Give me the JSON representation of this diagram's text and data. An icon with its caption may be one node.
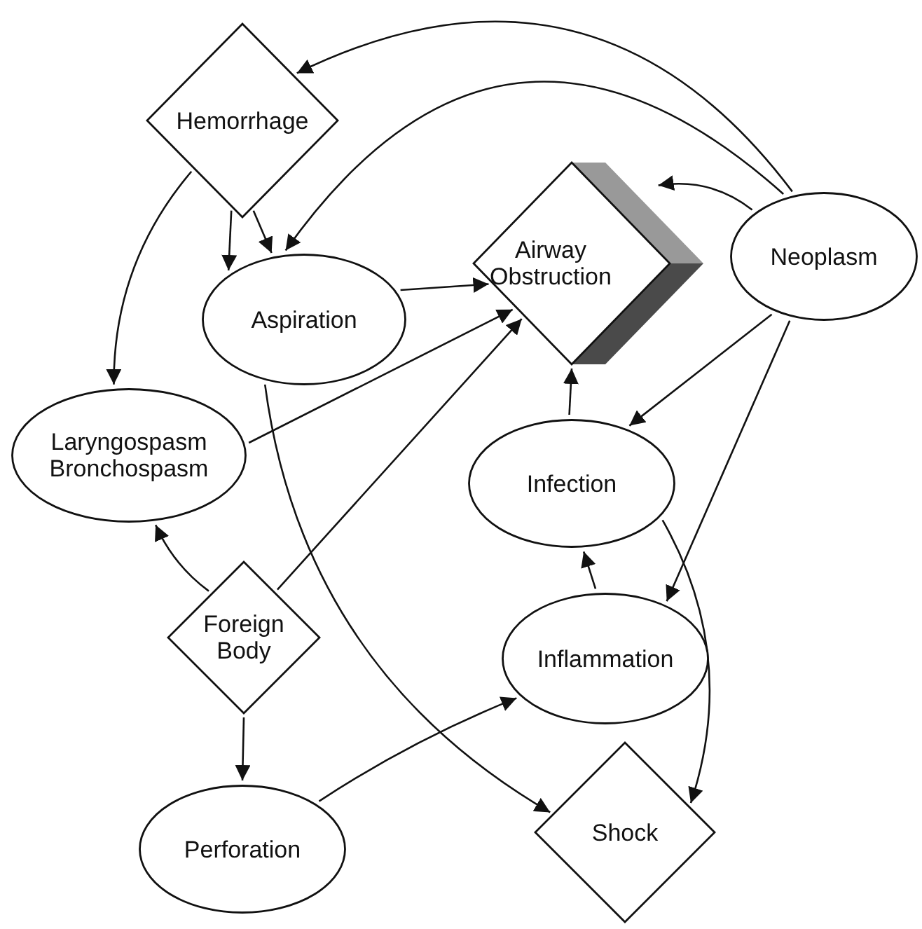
{
  "diagram": {
    "nodes": [
      {
        "text": [
          "Hemorrhage"
        ]
      },
      {
        "text": [
          "Airway Obstruction"
        ]
      },
      {
        "text": [
          "Neoplasm"
        ]
      },
      {
        "text": [
          "Aspiration"
        ]
      },
      {
        "text": [
          "Laryngospasm Bronchospasm"
        ]
      },
      {
        "text": [
          "Infection"
        ]
      },
      {
        "text": [
          "Foreign Body"
        ]
      },
      {
        "text": [
          "Inflammation"
        ]
      },
      {
        "text": [
          "Perforation"
        ]
      },
      {
        "text": [
          "Shock"
        ]
      }
    ],
    "edges": [
      {
        "from": 2,
        "to": 0,
        "arrow": "to"
      },
      {
        "from": 2,
        "to": 3,
        "arrow": "to"
      },
      {
        "from": 2,
        "to": 1,
        "arrow": "to"
      },
      {
        "from": 2,
        "to": 5,
        "arrow": "to"
      },
      {
        "from": 2,
        "to": 7,
        "arrow": "to"
      },
      {
        "from": 0,
        "to": 3,
        "arrow": "to"
      },
      {
        "from": 0,
        "to": 3,
        "arrow": "to"
      },
      {
        "from": 0,
        "to": 4,
        "arrow": "to"
      },
      {
        "from": 3,
        "to": 1,
        "arrow": "to"
      },
      {
        "from": 3,
        "to": 9,
        "arrow": "to"
      },
      {
        "from": 4,
        "to": 1,
        "arrow": "to"
      },
      {
        "from": 6,
        "to": 1,
        "arrow": "to"
      },
      {
        "from": 6,
        "to": 4,
        "arrow": "to"
      },
      {
        "from": 6,
        "to": 8,
        "arrow": "to"
      },
      {
        "from": 8,
        "to": 7,
        "arrow": "to"
      },
      {
        "from": 5,
        "to": 1,
        "arrow": "to"
      },
      {
        "from": 7,
        "to": 5,
        "arrow": "to"
      },
      {
        "from": 5,
        "to": 9,
        "arrow": "to"
      }
    ]
  }
}
